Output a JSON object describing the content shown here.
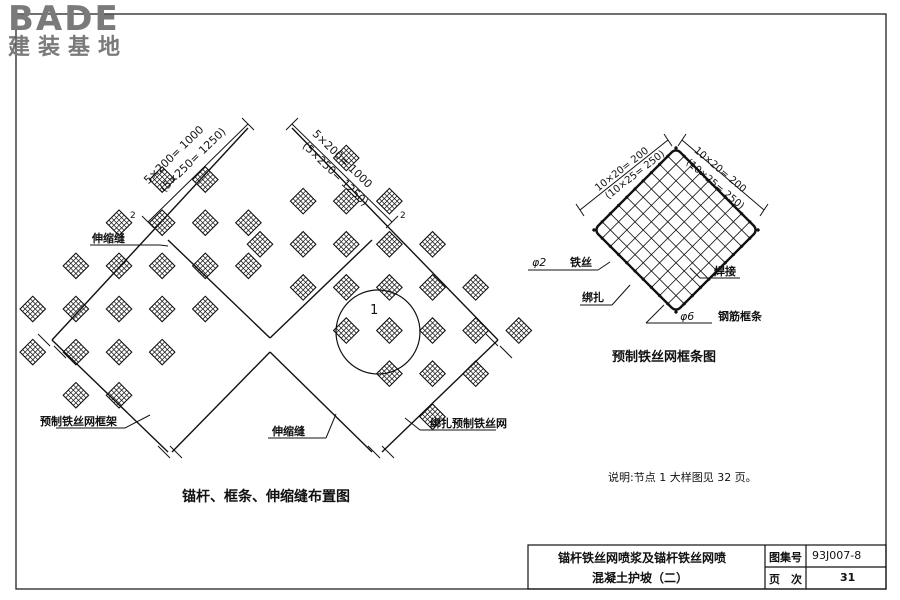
{
  "logo": {
    "brand": "BADE",
    "sub": "建装基地"
  },
  "left_diagram": {
    "title": "锚杆、框条、伸缩缝布置图",
    "dim_left": "5×200= 1000",
    "dim_left_alt": "(5×250= 1250)",
    "dim_right": "5×200= 1000",
    "dim_right_alt": "(5×250= 1250)",
    "tick_left": "2",
    "tick_right": "2",
    "label_joint_top": "伸缩缝",
    "label_joint_bottom": "伸缩缝",
    "label_frame": "预制铁丝网框架",
    "label_tie": "绑扎预制铁丝网",
    "detail_node": "1"
  },
  "right_diagram": {
    "title": "预制铁丝网框条图",
    "dim_left": "10×20= 200",
    "dim_left_alt": "(10×25= 250)",
    "dim_right": "10×20= 200",
    "dim_right_alt": "(10×25= 250)",
    "label_phi2": "φ2",
    "label_wire": "铁丝",
    "label_weld": "焊接",
    "label_bind": "绑扎",
    "label_phi6": "φ6",
    "label_bar": "钢筋框条"
  },
  "note": "说明:节点 1 大样图见 32 页。",
  "title_block": {
    "title_line1": "锚杆铁丝网喷浆及锚杆铁丝网喷",
    "title_line2": "混凝土护坡（二）",
    "atlas_label": "图集号",
    "atlas_value": "93J007-8",
    "page_label": "页　次",
    "page_value": "31"
  }
}
